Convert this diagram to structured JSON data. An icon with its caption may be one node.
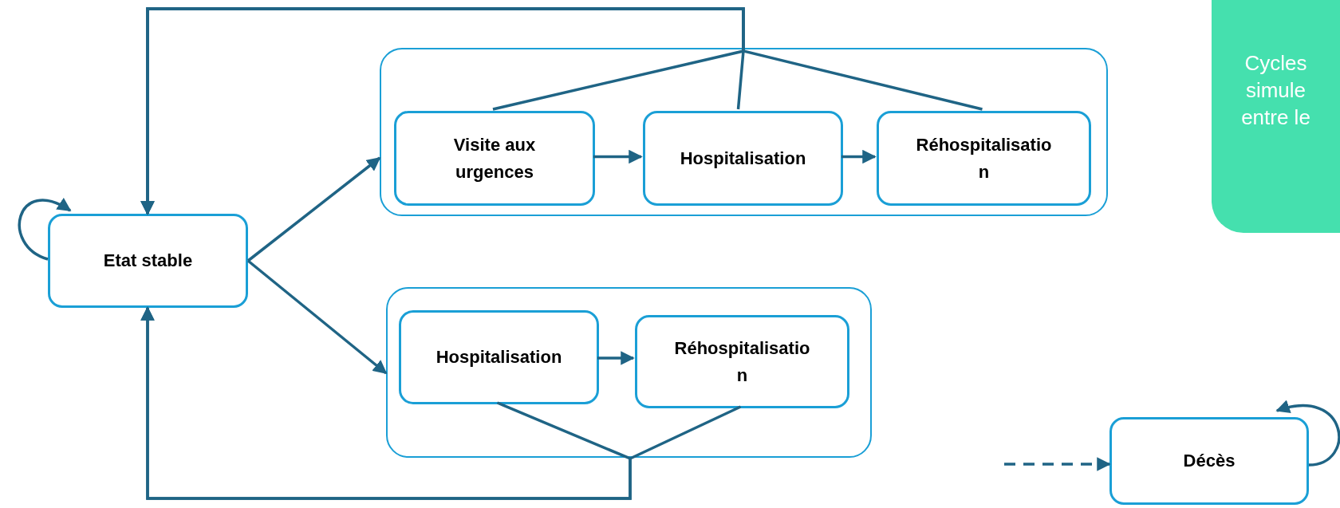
{
  "diagram": {
    "nodes": [
      {
        "text": [
          "Etat stable"
        ]
      },
      {
        "text": [],
        "shape": "box"
      },
      {
        "text": [
          "Visite aux urgences"
        ],
        "in": 1
      },
      {
        "text": [
          "Hospitalisation"
        ],
        "in": 1
      },
      {
        "text": [
          "Réhospitalisatio n"
        ],
        "in": 1
      },
      {
        "text": [],
        "shape": "box"
      },
      {
        "text": [
          "Hospitalisation"
        ],
        "in": 5
      },
      {
        "text": [
          "Réhospitalisatio n"
        ],
        "in": 5
      },
      {
        "text": [
          "Décès"
        ]
      },
      {
        "text": [
          "Cycles simule entre le"
        ]
      }
    ],
    "edges": [
      {
        "from": 0,
        "to": 0,
        "arrow": "to"
      },
      {
        "from": 0,
        "to": 1,
        "arrow": "to"
      },
      {
        "from": 0,
        "to": 5,
        "arrow": "to"
      },
      {
        "from": 2,
        "to": 3,
        "arrow": "to"
      },
      {
        "from": 3,
        "to": 4,
        "arrow": "to"
      },
      {
        "from": 2,
        "to": 0,
        "arrow": "to"
      },
      {
        "from": 3,
        "to": 0,
        "arrow": "to"
      },
      {
        "from": 4,
        "to": 0,
        "arrow": "to"
      },
      {
        "from": 6,
        "to": 7,
        "arrow": "to"
      },
      {
        "from": 6,
        "to": 0,
        "arrow": "to"
      },
      {
        "from": 7,
        "to": 0,
        "arrow": "to"
      },
      {
        "from": null,
        "to": 8,
        "arrow": "to",
        "style": "dashed"
      },
      {
        "from": 8,
        "to": 8,
        "arrow": "to"
      }
    ]
  }
}
